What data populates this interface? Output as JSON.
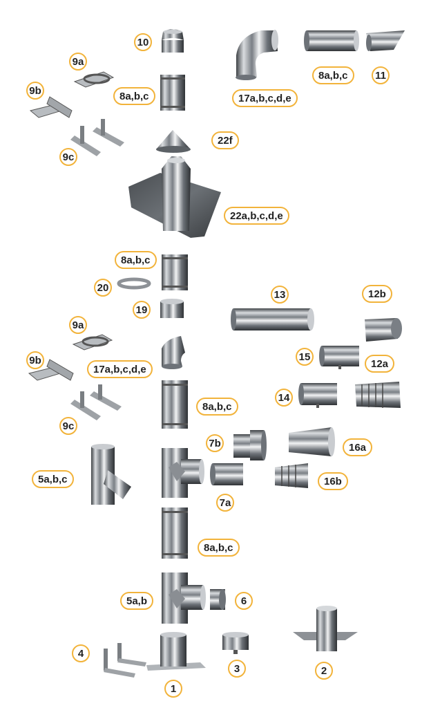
{
  "colors": {
    "accent": "#f2b33a",
    "text": "#222222",
    "metal": "#a9adb2"
  },
  "labels": {
    "l10": "10",
    "l9a_top": "9a",
    "l8abc_top": "8a,b,c",
    "l9b_top": "9b",
    "l9c_top": "9c",
    "l17_top": "17a,b,c,d,e",
    "l8abc_right": "8a,b,c",
    "l11": "11",
    "l22f": "22f",
    "l22": "22a,b,c,d,e",
    "l8abc_mid": "8a,b,c",
    "l20": "20",
    "l19": "19",
    "l13": "13",
    "l12b": "12b",
    "l9a_mid": "9a",
    "l9b_mid": "9b",
    "l17_mid": "17a,b,c,d,e",
    "l15": "15",
    "l12a": "12a",
    "l14": "14",
    "l8abc_low": "8a,b,c",
    "l9c_mid": "9c",
    "l7b": "7b",
    "l16a": "16a",
    "l5abc": "5a,b,c",
    "l16b": "16b",
    "l7a": "7a",
    "l8abc_bot": "8a,b,c",
    "l5ab": "5a,b",
    "l6": "6",
    "l4": "4",
    "l3": "3",
    "l2": "2",
    "l1": "1"
  }
}
